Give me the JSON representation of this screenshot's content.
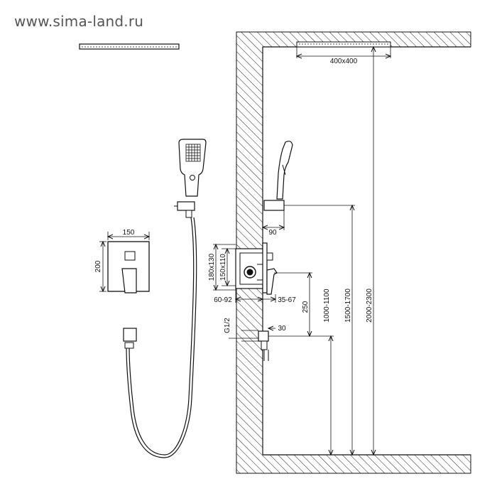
{
  "brand": {
    "text": "www.sima-land.ru"
  },
  "dimensions": {
    "head_size": "400x400",
    "arm_projection": "90",
    "plate_width": "150",
    "plate_height": "200",
    "box_180_130": "180x130",
    "box_150_110": "150x110",
    "depth_left": "60-92",
    "depth_right": "35-67",
    "outlet_offset": "250",
    "outlet_30": "30",
    "thread": "G1/2",
    "height_outlet": "1000-1100",
    "height_holder": "1500-1700",
    "height_head": "2000-2300"
  },
  "colors": {
    "line": "#111111",
    "brand": "#555555",
    "background": "#ffffff"
  }
}
